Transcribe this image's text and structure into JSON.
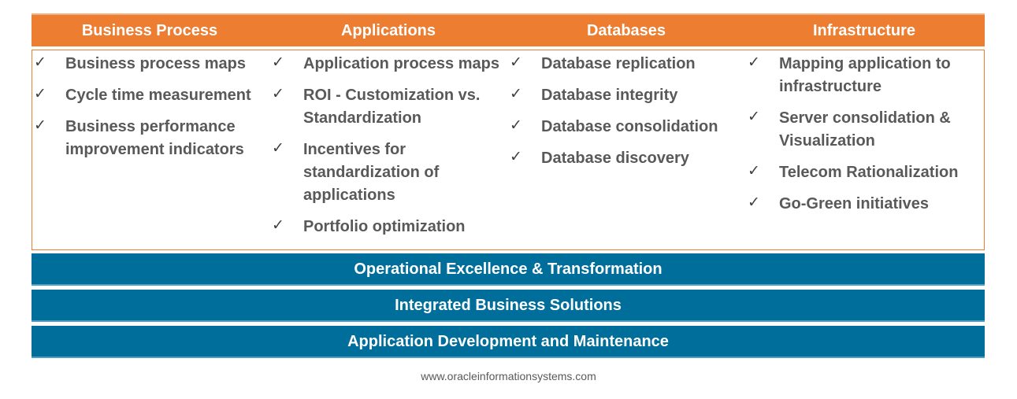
{
  "columns": [
    {
      "header": "Business Process",
      "items": [
        "Business process maps",
        "Cycle time measurement",
        "Business performance improvement indicators"
      ]
    },
    {
      "header": "Applications",
      "items": [
        "Application process maps",
        "ROI - Customization vs. Standardization",
        "Incentives for standardization of applications",
        "Portfolio optimization"
      ]
    },
    {
      "header": "Databases",
      "items": [
        "Database replication",
        "Database integrity",
        "Database consolidation",
        "Database discovery"
      ]
    },
    {
      "header": "Infrastructure",
      "items": [
        "Mapping application to infrastructure",
        "Server consolidation & Visualization",
        "Telecom Rationalization",
        "Go-Green initiatives"
      ]
    }
  ],
  "check_glyph": "✓",
  "bands": [
    "Operational Excellence & Transformation",
    "Integrated Business Solutions",
    "Application Development and Maintenance"
  ],
  "footer": "www.oracleinformationsystems.com",
  "colors": {
    "header_orange": "#ED7D31",
    "band_blue": "#006E9A",
    "text_gray": "#595959"
  }
}
